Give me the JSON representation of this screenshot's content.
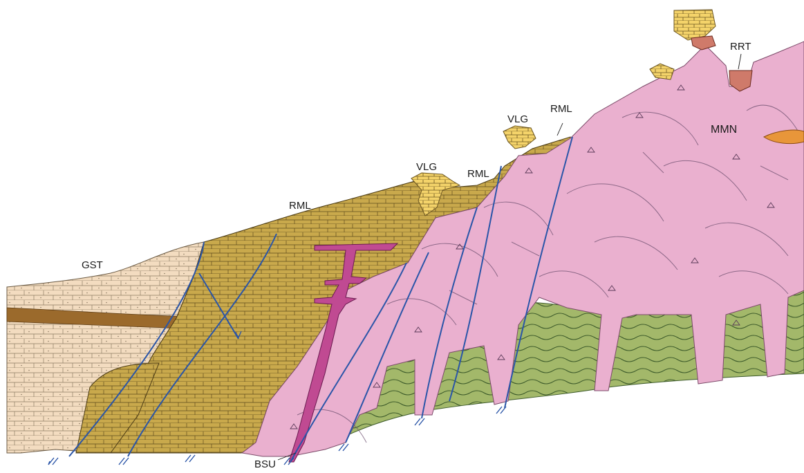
{
  "labels": {
    "gst": "GST",
    "rml_left": "RML",
    "vlg_mid": "VLG",
    "rml_mid": "RML",
    "vlg_right": "VLG",
    "rml_right": "RML",
    "rrt": "RRT",
    "mmn": "MMN",
    "bsu": "BSU"
  },
  "colors": {
    "gst_sandstone": "#f3dcc0",
    "gst_bed": "#9b6a2c",
    "rml_limestone": "#c9a94c",
    "vlg_volcanic": "#f4d36a",
    "pink_intrusion": "#eab0cf",
    "green_basement": "#a3b86a",
    "dyke_magenta": "#c04a92",
    "rrt_red": "#cf7a6a",
    "fault_blue": "#2a55a8",
    "orange_lens": "#e8963a"
  }
}
